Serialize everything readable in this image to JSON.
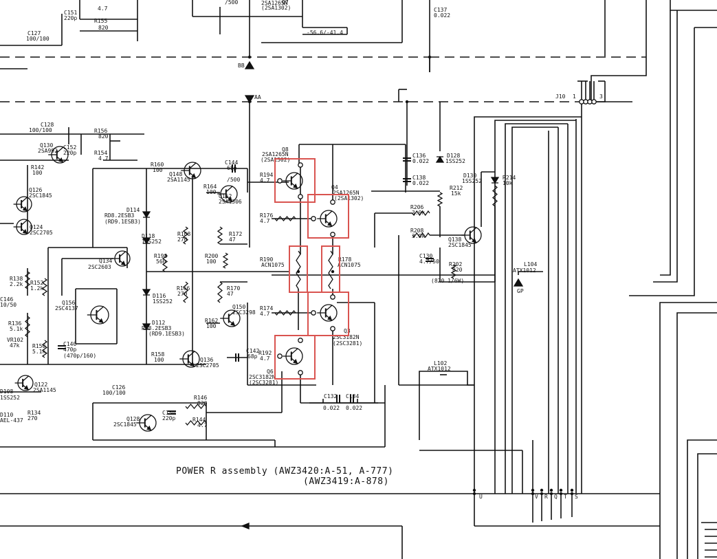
{
  "title_line1": "POWER R assembly (AWZ3420:A-51, A-777)",
  "title_line2": "(AWZ3419:A-878)",
  "connector": "J10",
  "connector_pins_left": "1",
  "connector_pins_right": "3",
  "bottom_terminals": [
    "U",
    "V",
    "R",
    "Q",
    "T",
    "S"
  ],
  "ground_labels": [
    "BB",
    "AA",
    "GP"
  ],
  "highlight_color": "#d9534f",
  "labels": [
    {
      "t": "/500"
    },
    {
      "t": "2SA1265N"
    },
    {
      "t": "(2SA1302)"
    },
    {
      "t": "Q7"
    },
    {
      "t": "C137"
    },
    {
      "t": "0.022"
    },
    {
      "t": "-56.6/-41.4"
    },
    {
      "t": "C151"
    },
    {
      "t": "220p"
    },
    {
      "t": "4.7"
    },
    {
      "t": "R155"
    },
    {
      "t": "820"
    },
    {
      "t": "C127"
    },
    {
      "t": "100/100"
    },
    {
      "t": "C128"
    },
    {
      "t": "100/100"
    },
    {
      "t": "R156"
    },
    {
      "t": "820"
    },
    {
      "t": "Q130"
    },
    {
      "t": "2SA992"
    },
    {
      "t": "C152"
    },
    {
      "t": "220p"
    },
    {
      "t": "R154"
    },
    {
      "t": "4.7"
    },
    {
      "t": "R142"
    },
    {
      "t": "100"
    },
    {
      "t": "Q126"
    },
    {
      "t": "2SC1845"
    },
    {
      "t": "Q124"
    },
    {
      "t": "2SC2705"
    },
    {
      "t": "R160"
    },
    {
      "t": "100"
    },
    {
      "t": "Q148"
    },
    {
      "t": "2SA1145"
    },
    {
      "t": "C144"
    },
    {
      "t": "68p"
    },
    {
      "t": "/500"
    },
    {
      "t": "R164"
    },
    {
      "t": "100"
    },
    {
      "t": "Q152"
    },
    {
      "t": "2SA1306"
    },
    {
      "t": "Q8"
    },
    {
      "t": "2SA1265N"
    },
    {
      "t": "(2SA1302)"
    },
    {
      "t": "R194"
    },
    {
      "t": "4.7"
    },
    {
      "t": "Q4"
    },
    {
      "t": "2SA1265N"
    },
    {
      "t": "(2SA1302)"
    },
    {
      "t": "C136"
    },
    {
      "t": "0.022"
    },
    {
      "t": "C138"
    },
    {
      "t": "0.022"
    },
    {
      "t": "D128"
    },
    {
      "t": "1SS252"
    },
    {
      "t": "D130"
    },
    {
      "t": "1SS252"
    },
    {
      "t": "R212"
    },
    {
      "t": "15k"
    },
    {
      "t": "R214"
    },
    {
      "t": "10k"
    },
    {
      "t": "D114"
    },
    {
      "t": "RD8.2ESB3"
    },
    {
      "t": "(RD9.1ESB3)"
    },
    {
      "t": "D118"
    },
    {
      "t": "1SS252"
    },
    {
      "t": "R168"
    },
    {
      "t": "270"
    },
    {
      "t": "R172"
    },
    {
      "t": "47"
    },
    {
      "t": "R176"
    },
    {
      "t": "4.7"
    },
    {
      "t": "R206"
    },
    {
      "t": "3.9k"
    },
    {
      "t": "R208"
    },
    {
      "t": "3.9k"
    },
    {
      "t": "Q138"
    },
    {
      "t": "2SC1845"
    },
    {
      "t": "R198"
    },
    {
      "t": "560"
    },
    {
      "t": "R200"
    },
    {
      "t": "100"
    },
    {
      "t": "R190"
    },
    {
      "t": "ACN1075"
    },
    {
      "t": "R178"
    },
    {
      "t": "ACN1075"
    },
    {
      "t": "C130"
    },
    {
      "t": "4.7/50"
    },
    {
      "t": "R202"
    },
    {
      "t": "820"
    },
    {
      "t": "(820 1/6W)"
    },
    {
      "t": "L104"
    },
    {
      "t": "ATX1012"
    },
    {
      "t": "Q134"
    },
    {
      "t": "2SC2603"
    },
    {
      "t": "R138"
    },
    {
      "t": "2.2k"
    },
    {
      "t": "R152"
    },
    {
      "t": "1.2k"
    },
    {
      "t": "Q156"
    },
    {
      "t": "2SC4137"
    },
    {
      "t": "C146"
    },
    {
      "t": "10/50"
    },
    {
      "t": "D116"
    },
    {
      "t": "1SS252"
    },
    {
      "t": "R166"
    },
    {
      "t": "270"
    },
    {
      "t": "R170"
    },
    {
      "t": "47"
    },
    {
      "t": "Q150"
    },
    {
      "t": "2SC3298"
    },
    {
      "t": "R174"
    },
    {
      "t": "4.7"
    },
    {
      "t": "R136"
    },
    {
      "t": "5.1k"
    },
    {
      "t": "D112"
    },
    {
      "t": "RD8.2ESB3"
    },
    {
      "t": "(RD9.1ESB3)"
    },
    {
      "t": "R162"
    },
    {
      "t": "100"
    },
    {
      "t": "Q3"
    },
    {
      "t": "2SC3182N"
    },
    {
      "t": "(2SC3281)"
    },
    {
      "t": "VR102"
    },
    {
      "t": "47k"
    },
    {
      "t": "R150"
    },
    {
      "t": "5.1k"
    },
    {
      "t": "C140"
    },
    {
      "t": "470p"
    },
    {
      "t": "(470p/160)"
    },
    {
      "t": "R158"
    },
    {
      "t": "100"
    },
    {
      "t": "Q136"
    },
    {
      "t": "2SC2705"
    },
    {
      "t": "C142"
    },
    {
      "t": "68p"
    },
    {
      "t": "R192"
    },
    {
      "t": "4.7"
    },
    {
      "t": "Q6"
    },
    {
      "t": "2SC3182N"
    },
    {
      "t": "(2SC3281)"
    },
    {
      "t": "L102"
    },
    {
      "t": "ATX1012"
    },
    {
      "t": "Q122"
    },
    {
      "t": "2SA1145"
    },
    {
      "t": "D108"
    },
    {
      "t": "1SS252"
    },
    {
      "t": "C126"
    },
    {
      "t": "100/100"
    },
    {
      "t": "D110"
    },
    {
      "t": "AEL-437"
    },
    {
      "t": "R134"
    },
    {
      "t": "270"
    },
    {
      "t": "R146"
    },
    {
      "t": "820"
    },
    {
      "t": "Q128"
    },
    {
      "t": "2SC1845"
    },
    {
      "t": "C150"
    },
    {
      "t": "220p"
    },
    {
      "t": "R144"
    },
    {
      "t": "4.7"
    },
    {
      "t": "C132"
    },
    {
      "t": "0.022"
    },
    {
      "t": "C134"
    },
    {
      "t": "0.022"
    }
  ]
}
